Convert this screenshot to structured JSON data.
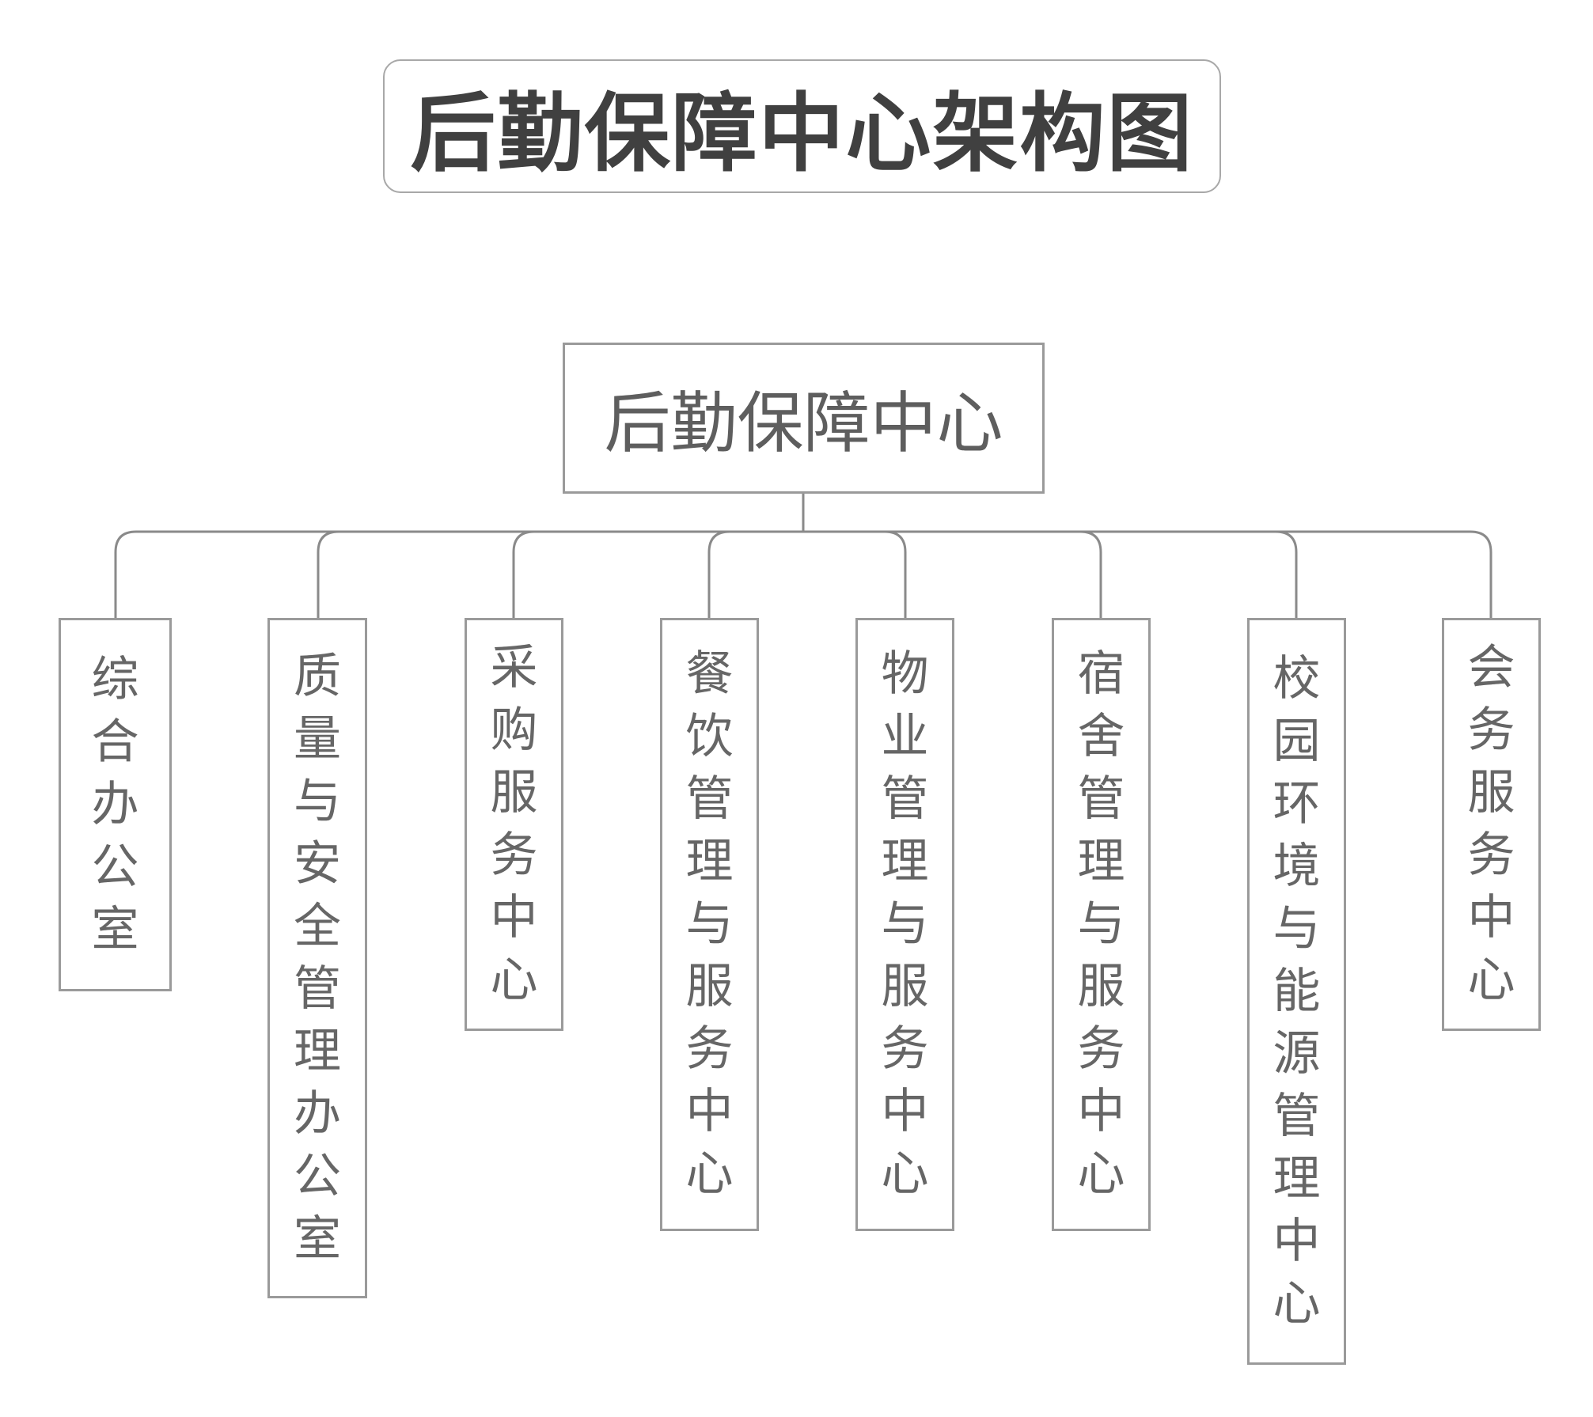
{
  "title": "后勤保障中心架构图",
  "root": "后勤保障中心",
  "children": [
    "综合办公室",
    "质量与安全管理办公室",
    "采购服务中心",
    "餐饮管理与服务中心",
    "物业管理与服务中心",
    "宿舍管理与服务中心",
    "校园环境与能源管理中心",
    "会务服务中心"
  ],
  "colors": {
    "line": "#8a8a8a",
    "border": "#9a9a9a",
    "text": "#666666",
    "title": "#404040"
  }
}
